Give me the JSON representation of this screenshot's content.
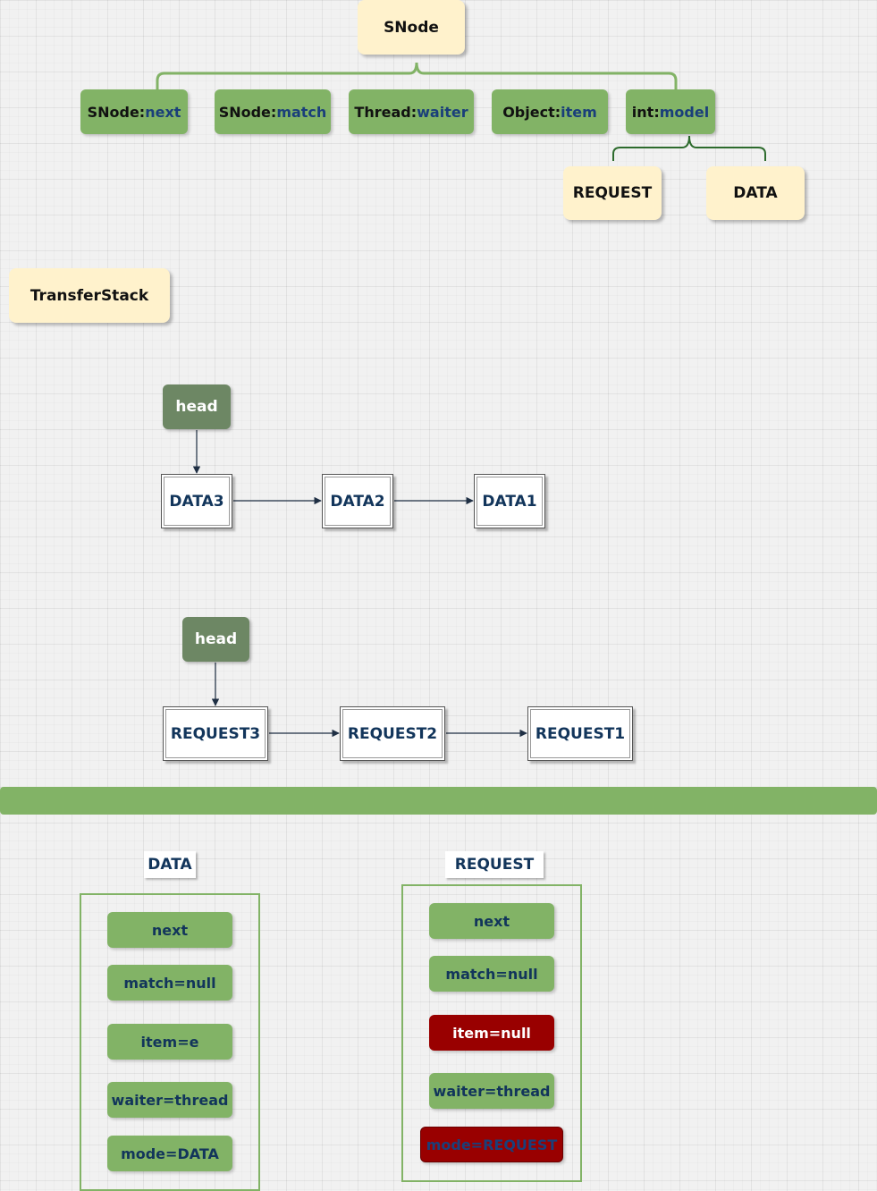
{
  "snode": {
    "title": "SNode",
    "fields": [
      {
        "type": "SNode",
        "sep": ":",
        "name": "next"
      },
      {
        "type": "SNode",
        "sep": ":",
        "name": "match"
      },
      {
        "type": "Thread",
        "sep": ":",
        "name": "waiter"
      },
      {
        "type": "Object",
        "sep": ":",
        "name": "item"
      },
      {
        "type": "int",
        "sep": ":",
        "name": "model"
      }
    ],
    "modes": [
      "REQUEST",
      "DATA"
    ]
  },
  "transfer_stack": {
    "title": "TransferStack",
    "data_stack": {
      "head": "head",
      "nodes": [
        "DATA3",
        "DATA2",
        "DATA1"
      ]
    },
    "request_stack": {
      "head": "head",
      "nodes": [
        "REQUEST3",
        "REQUEST2",
        "REQUEST1"
      ]
    }
  },
  "data_node": {
    "label": "DATA",
    "fields": [
      "next",
      "match=null",
      "item=e",
      "waiter=thread",
      "mode=DATA"
    ]
  },
  "request_node": {
    "label": "REQUEST",
    "fields": [
      "next",
      "match=null",
      "item=null",
      "waiter=thread",
      "mode=REQUEST"
    ]
  },
  "colors": {
    "field_green": "#82b366",
    "head_green": "#6d8764",
    "note_yellow": "#fff2cc",
    "null_red": "#990000",
    "text_blue": "#12355b"
  }
}
